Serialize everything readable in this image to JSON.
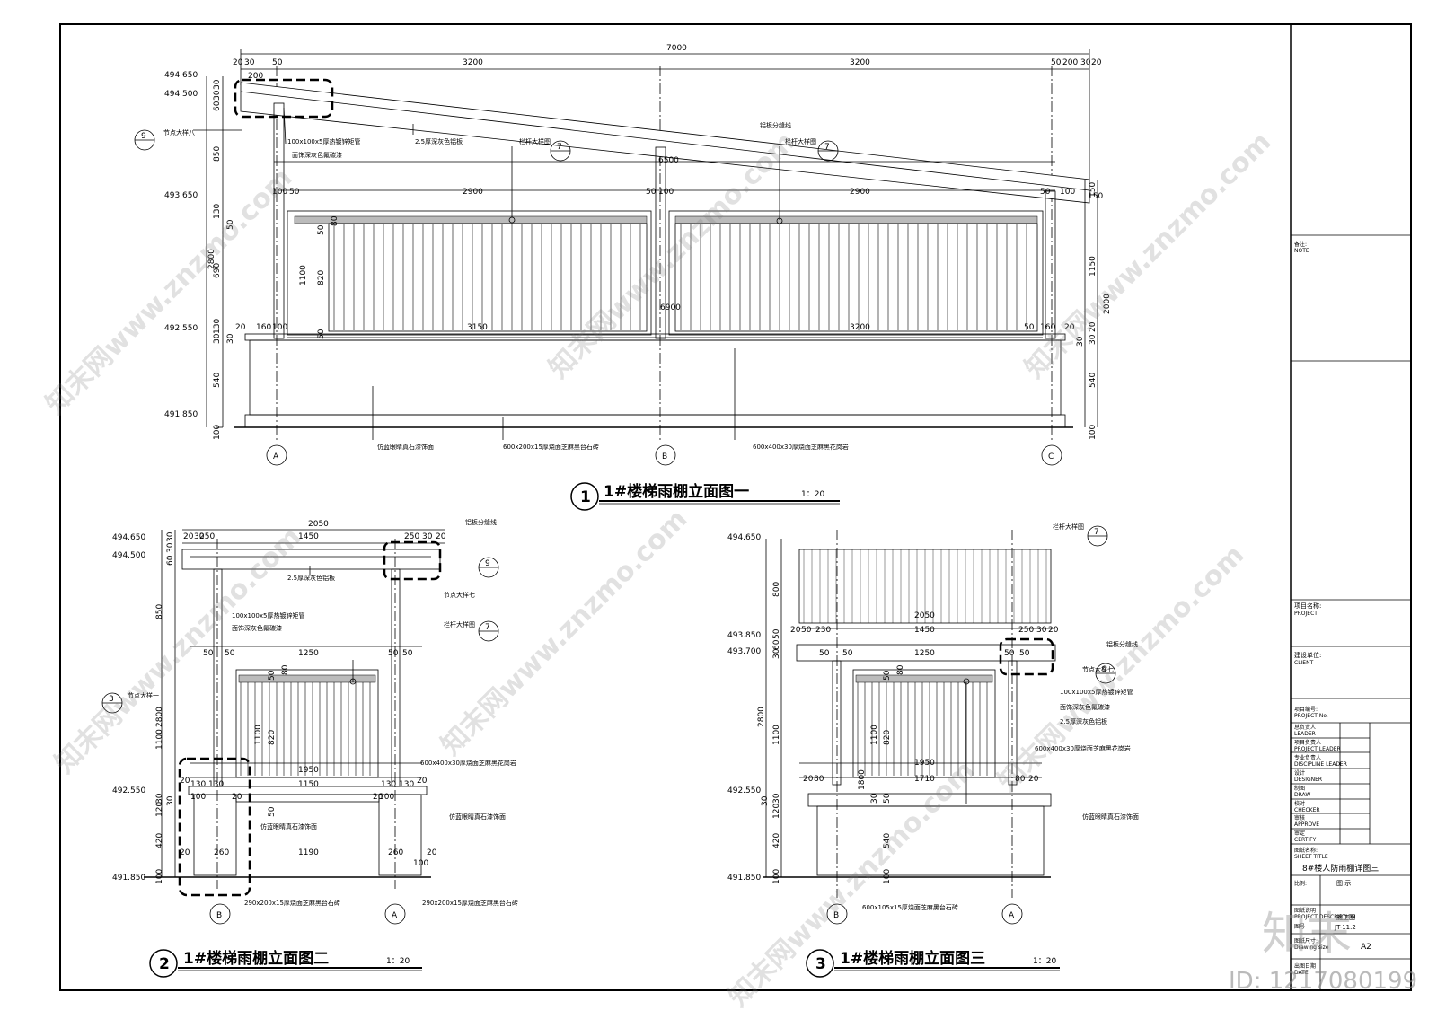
{
  "drawing_1": {
    "title": "1#楼梯雨棚立面图一",
    "scale": "1：20",
    "num": "1",
    "top_dims": [
      "7000",
      "20",
      "30",
      "50",
      "3200",
      "3200",
      "50",
      "200",
      "30",
      "20",
      "200"
    ],
    "inner_dims": [
      "6500",
      "2900",
      "2900",
      "100",
      "50",
      "50",
      "100",
      "50",
      "100",
      "150"
    ],
    "base_dims": [
      "6900",
      "3150",
      "3200",
      "20",
      "160",
      "100",
      "50",
      "160",
      "20"
    ],
    "elevations": [
      "494.650",
      "494.500",
      "493.650",
      "492.550",
      "491.850"
    ],
    "left_vdims": [
      "30",
      "30",
      "60",
      "850",
      "130",
      "50",
      "2800",
      "690",
      "130",
      "30",
      "30",
      "540",
      "100"
    ],
    "inner_vdims": [
      "50",
      "80",
      "1100",
      "820",
      "50"
    ],
    "right_vdims": [
      "150",
      "1150",
      "2000",
      "20",
      "30",
      "30",
      "540",
      "100"
    ],
    "axes": [
      "A",
      "B",
      "C"
    ],
    "notes": [
      "100x100x5厚热镀锌矩管",
      "面饰深灰色氟碳漆",
      "2.5厚深灰色铝板",
      "铝板分缝线",
      "栏杆大样图",
      "栏杆大样图",
      "节点大样八",
      "仿蓝眼睛真石漆饰面",
      "600x200x15厚烧面芝麻黑台石砖",
      "600x400x30厚烧面芝麻黑花岗岩"
    ],
    "callouts": [
      "9",
      "7",
      "7"
    ]
  },
  "drawing_2": {
    "title": "1#楼梯雨棚立面图二",
    "scale": "1：20",
    "num": "2",
    "dims": [
      "2050",
      "1450",
      "20",
      "30",
      "250",
      "250",
      "30",
      "20",
      "1250",
      "50",
      "50",
      "50",
      "50",
      "1950",
      "1150",
      "20",
      "130",
      "130",
      "130",
      "130",
      "20",
      "100",
      "20",
      "20",
      "100",
      "1190",
      "260",
      "260",
      "20",
      "20",
      "100"
    ],
    "elevations": [
      "494.650",
      "494.500",
      "492.550",
      "491.850"
    ],
    "vdims": [
      "30",
      "30",
      "60",
      "850",
      "2800",
      "1100",
      "30",
      "120",
      "30",
      "420",
      "100",
      "50",
      "80",
      "1100",
      "820",
      "50"
    ],
    "axes": [
      "B",
      "A"
    ],
    "notes": [
      "铝板分缝线",
      "2.5厚深灰色铝板",
      "节点大样七",
      "100x100x5厚热镀锌矩管",
      "面饰深灰色氟碳漆",
      "栏杆大样图",
      "节点大样一",
      "600x400x30厚烧面芝麻黑花岗岩",
      "仿蓝眼睛真石漆饰面",
      "仿蓝眼睛真石漆饰面",
      "290x200x15厚烧面芝麻黑台石砖",
      "290x200x15厚烧面芝麻黑台石砖"
    ],
    "callouts": [
      "9",
      "7",
      "3"
    ]
  },
  "drawing_3": {
    "title": "1#楼梯雨棚立面图三",
    "scale": "1：20",
    "num": "3",
    "dims": [
      "2050",
      "1450",
      "20",
      "50",
      "230",
      "250",
      "30",
      "20",
      "1250",
      "50",
      "50",
      "50",
      "50",
      "1950",
      "1710",
      "20",
      "80",
      "80",
      "20"
    ],
    "elevations": [
      "494.650",
      "493.850",
      "493.700",
      "492.550",
      "491.850"
    ],
    "vdims": [
      "800",
      "50",
      "60",
      "30",
      "2800",
      "1100",
      "30",
      "120",
      "30",
      "420",
      "100",
      "50",
      "80",
      "1100",
      "820",
      "1800",
      "30",
      "50",
      "540",
      "100"
    ],
    "axes": [
      "B",
      "A"
    ],
    "notes": [
      "栏杆大样图",
      "铝板分缝线",
      "节点大样七",
      "100x100x5厚热镀锌矩管",
      "面饰深灰色氟碳漆",
      "2.5厚深灰色铝板",
      "600x400x30厚烧面芝麻黑花岗岩",
      "仿蓝眼睛真石漆饰面",
      "600x105x15厚烧面芝麻黑台石砖"
    ],
    "callouts": [
      "7",
      "9"
    ]
  },
  "title_block": {
    "note_label": "备注:",
    "note_en": "NOTE",
    "project_label": "项目名称:",
    "project_en": "PROJECT",
    "client_label": "建设单位:",
    "client_en": "CLIENT",
    "project_no_label": "项目编号:",
    "project_no_en": "PROJECT No.",
    "roles": [
      {
        "cn": "总负责人",
        "en": "LEADER"
      },
      {
        "cn": "项目负责人",
        "en": "PROJECT LEADER"
      },
      {
        "cn": "专业负责人",
        "en": "DISCIPLINE LEADER"
      },
      {
        "cn": "设计",
        "en": "DESIGNER"
      },
      {
        "cn": "制图",
        "en": "DRAW"
      },
      {
        "cn": "校对",
        "en": "CHECKER"
      },
      {
        "cn": "审核",
        "en": "APPROVE"
      },
      {
        "cn": "审定",
        "en": "CERTIFY"
      }
    ],
    "sheet_title_label": "图纸名称:",
    "sheet_title_en": "SHEET TITLE",
    "sheet_title": "8#楼人防雨棚详图三",
    "ratio_label": "比例:",
    "ratio_value": "图 示",
    "desc_label": "图纸说明",
    "desc_en": "PROJECT DESCRIPTION",
    "desc_value": "施工图",
    "sheet_no_label": "图号",
    "sheet_no_value": "JT-11.2",
    "size_label": "图纸尺寸:",
    "size_en": "Drawing size",
    "size_value": "A2",
    "date_label": "出图日期",
    "date_en": "DATE"
  },
  "watermark": {
    "site": "知末网www.znzmo.com",
    "brand": "知末",
    "id": "ID: 1217080199"
  }
}
